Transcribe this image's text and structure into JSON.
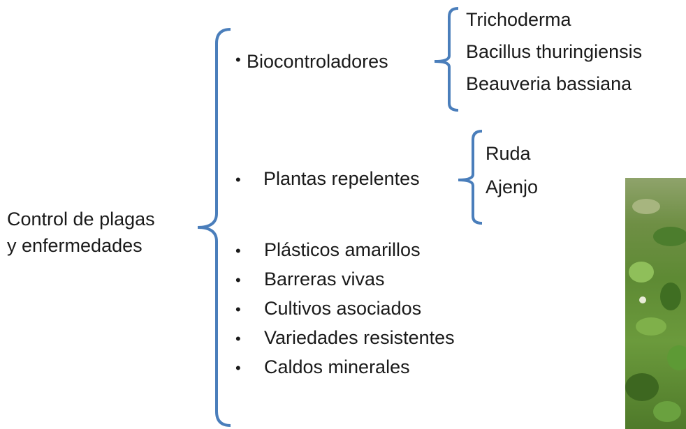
{
  "root": {
    "line1": "Control de plagas",
    "line2": "y enfermedades"
  },
  "groups": [
    {
      "label": "Biocontroladores",
      "children": [
        "Trichoderma",
        "Bacillus thuringiensis",
        "Beauveria bassiana"
      ]
    },
    {
      "label": "Plantas repelentes",
      "children": [
        "Ruda",
        "Ajenjo"
      ]
    }
  ],
  "items": [
    "Plásticos amarillos",
    "Barreras vivas",
    "Cultivos asociados",
    "Variedades resistentes",
    "Caldos minerales"
  ],
  "bullet_symbol": "•",
  "colors": {
    "bracket": "#4a7ebb",
    "text": "#1a1a1a"
  },
  "photo": {
    "subject": "green crop field"
  }
}
